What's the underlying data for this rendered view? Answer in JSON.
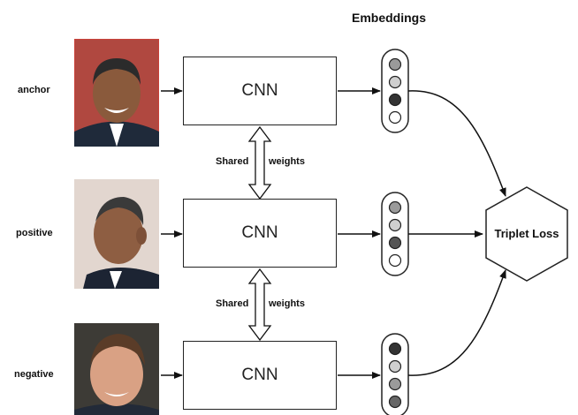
{
  "title": "Embeddings",
  "rows": [
    {
      "label": "anchor",
      "box_label": "CNN",
      "embedding": [
        "#9a9a9a",
        "#cfcfcf",
        "#333333",
        "#ffffff"
      ]
    },
    {
      "label": "positive",
      "box_label": "CNN",
      "embedding": [
        "#9a9a9a",
        "#cfcfcf",
        "#555555",
        "#ffffff"
      ]
    },
    {
      "label": "negative",
      "box_label": "CNN",
      "embedding": [
        "#333333",
        "#cfcfcf",
        "#9a9a9a",
        "#666666"
      ]
    }
  ],
  "shared": [
    {
      "left": "Shared",
      "right": "weights"
    },
    {
      "left": "Shared",
      "right": "weights"
    }
  ],
  "loss": "Triplet Loss",
  "photos": [
    {
      "name": "anchor-photo",
      "skin": "#8a5a3c",
      "hair": "#2b2b2b",
      "bg": "#b04840",
      "suit": "#1f2a3a"
    },
    {
      "name": "positive-photo",
      "skin": "#8e5e42",
      "hair": "#3a3a3a",
      "bg": "#e2d6cf",
      "suit": "#1c2433"
    },
    {
      "name": "negative-photo",
      "skin": "#d9a184",
      "hair": "#5a3c28",
      "bg": "#3d3b36",
      "suit": "#222a38"
    }
  ]
}
